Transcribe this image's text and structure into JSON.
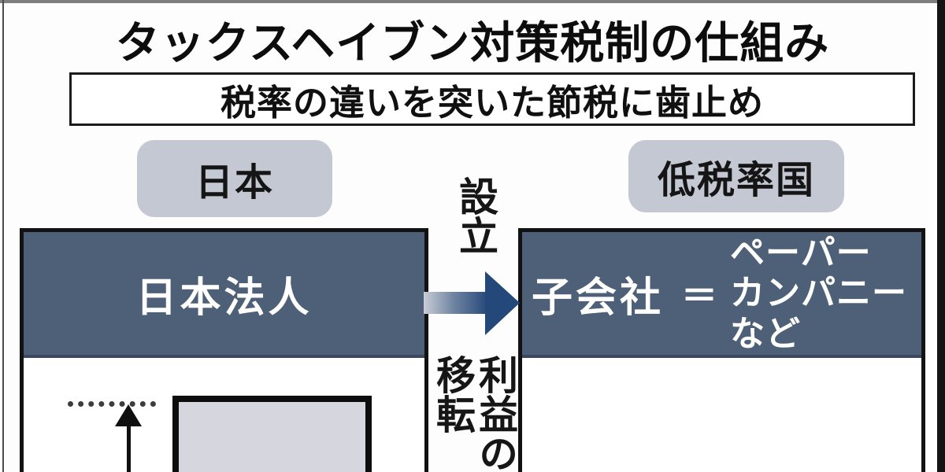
{
  "header": {
    "title": "タックスヘイブン対策税制の仕組み",
    "subtitle": "税率の違いを突いた節税に歯止め"
  },
  "regions": {
    "left_label": "日本",
    "right_label": "低税率国"
  },
  "entities": {
    "japan_corp": "日本法人",
    "subsidiary": "子会社",
    "equals": "＝",
    "subsidiary_alias_lines": [
      "ペーパー",
      "カンパニー",
      "など"
    ]
  },
  "flows": {
    "establish": "設立",
    "profit_transfer": "利益の移転"
  },
  "icons": {
    "establish_arrow": "right-arrow-icon",
    "dividend_arrow": "up-arrow-icon"
  },
  "colors": {
    "entity_header_fill": "#4e6077",
    "entity_header_edge": "#3a495e",
    "region_label_fill": "#c3c8d3",
    "arrow_navy": "#24487a",
    "arrow_gradient_start": "#c9cdd5",
    "inner_box_fill": "#d6d6de",
    "box_border": "#121212",
    "frame_right": "#141414",
    "frame_top": "#7e7e7e",
    "background": "#fdfdfd"
  }
}
